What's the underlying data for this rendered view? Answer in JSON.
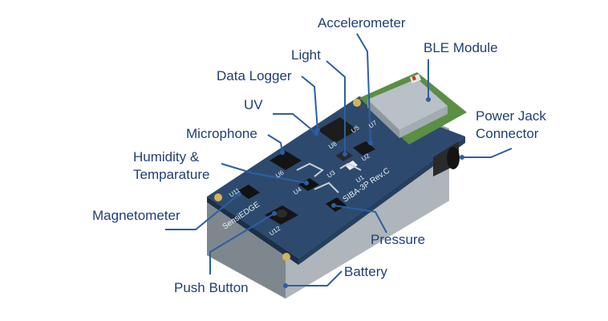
{
  "colors": {
    "label_text": "#1f3f73",
    "leader_line": "#2c5fa3",
    "pcb_blue": "#2d4a6e",
    "pcb_dark": "#1b2f4a",
    "battery_gray": "#8d959c",
    "ble_module_green": "#5b8f43",
    "ble_module_shield": "#b9c0c8"
  },
  "labels": {
    "accelerometer": "Accelerometer",
    "light": "Light",
    "data_logger": "Data Logger",
    "ble_module": "BLE Module",
    "uv": "UV",
    "power_jack_line1": "Power Jack",
    "power_jack_line2": "Connector",
    "microphone": "Microphone",
    "humidity_line1": "Humidity &",
    "humidity_line2": "Temparature",
    "magnetometer": "Magnetometer",
    "pressure": "Pressure",
    "battery": "Battery",
    "push_button": "Push Button"
  },
  "board_silkscreen": {
    "brand": "SensiEDGE",
    "board_name": "SIBA-3P Rev.C",
    "refdes": [
      "U1",
      "U2",
      "U3",
      "U4",
      "U5",
      "U6",
      "U7",
      "U8",
      "U11",
      "U12"
    ]
  }
}
